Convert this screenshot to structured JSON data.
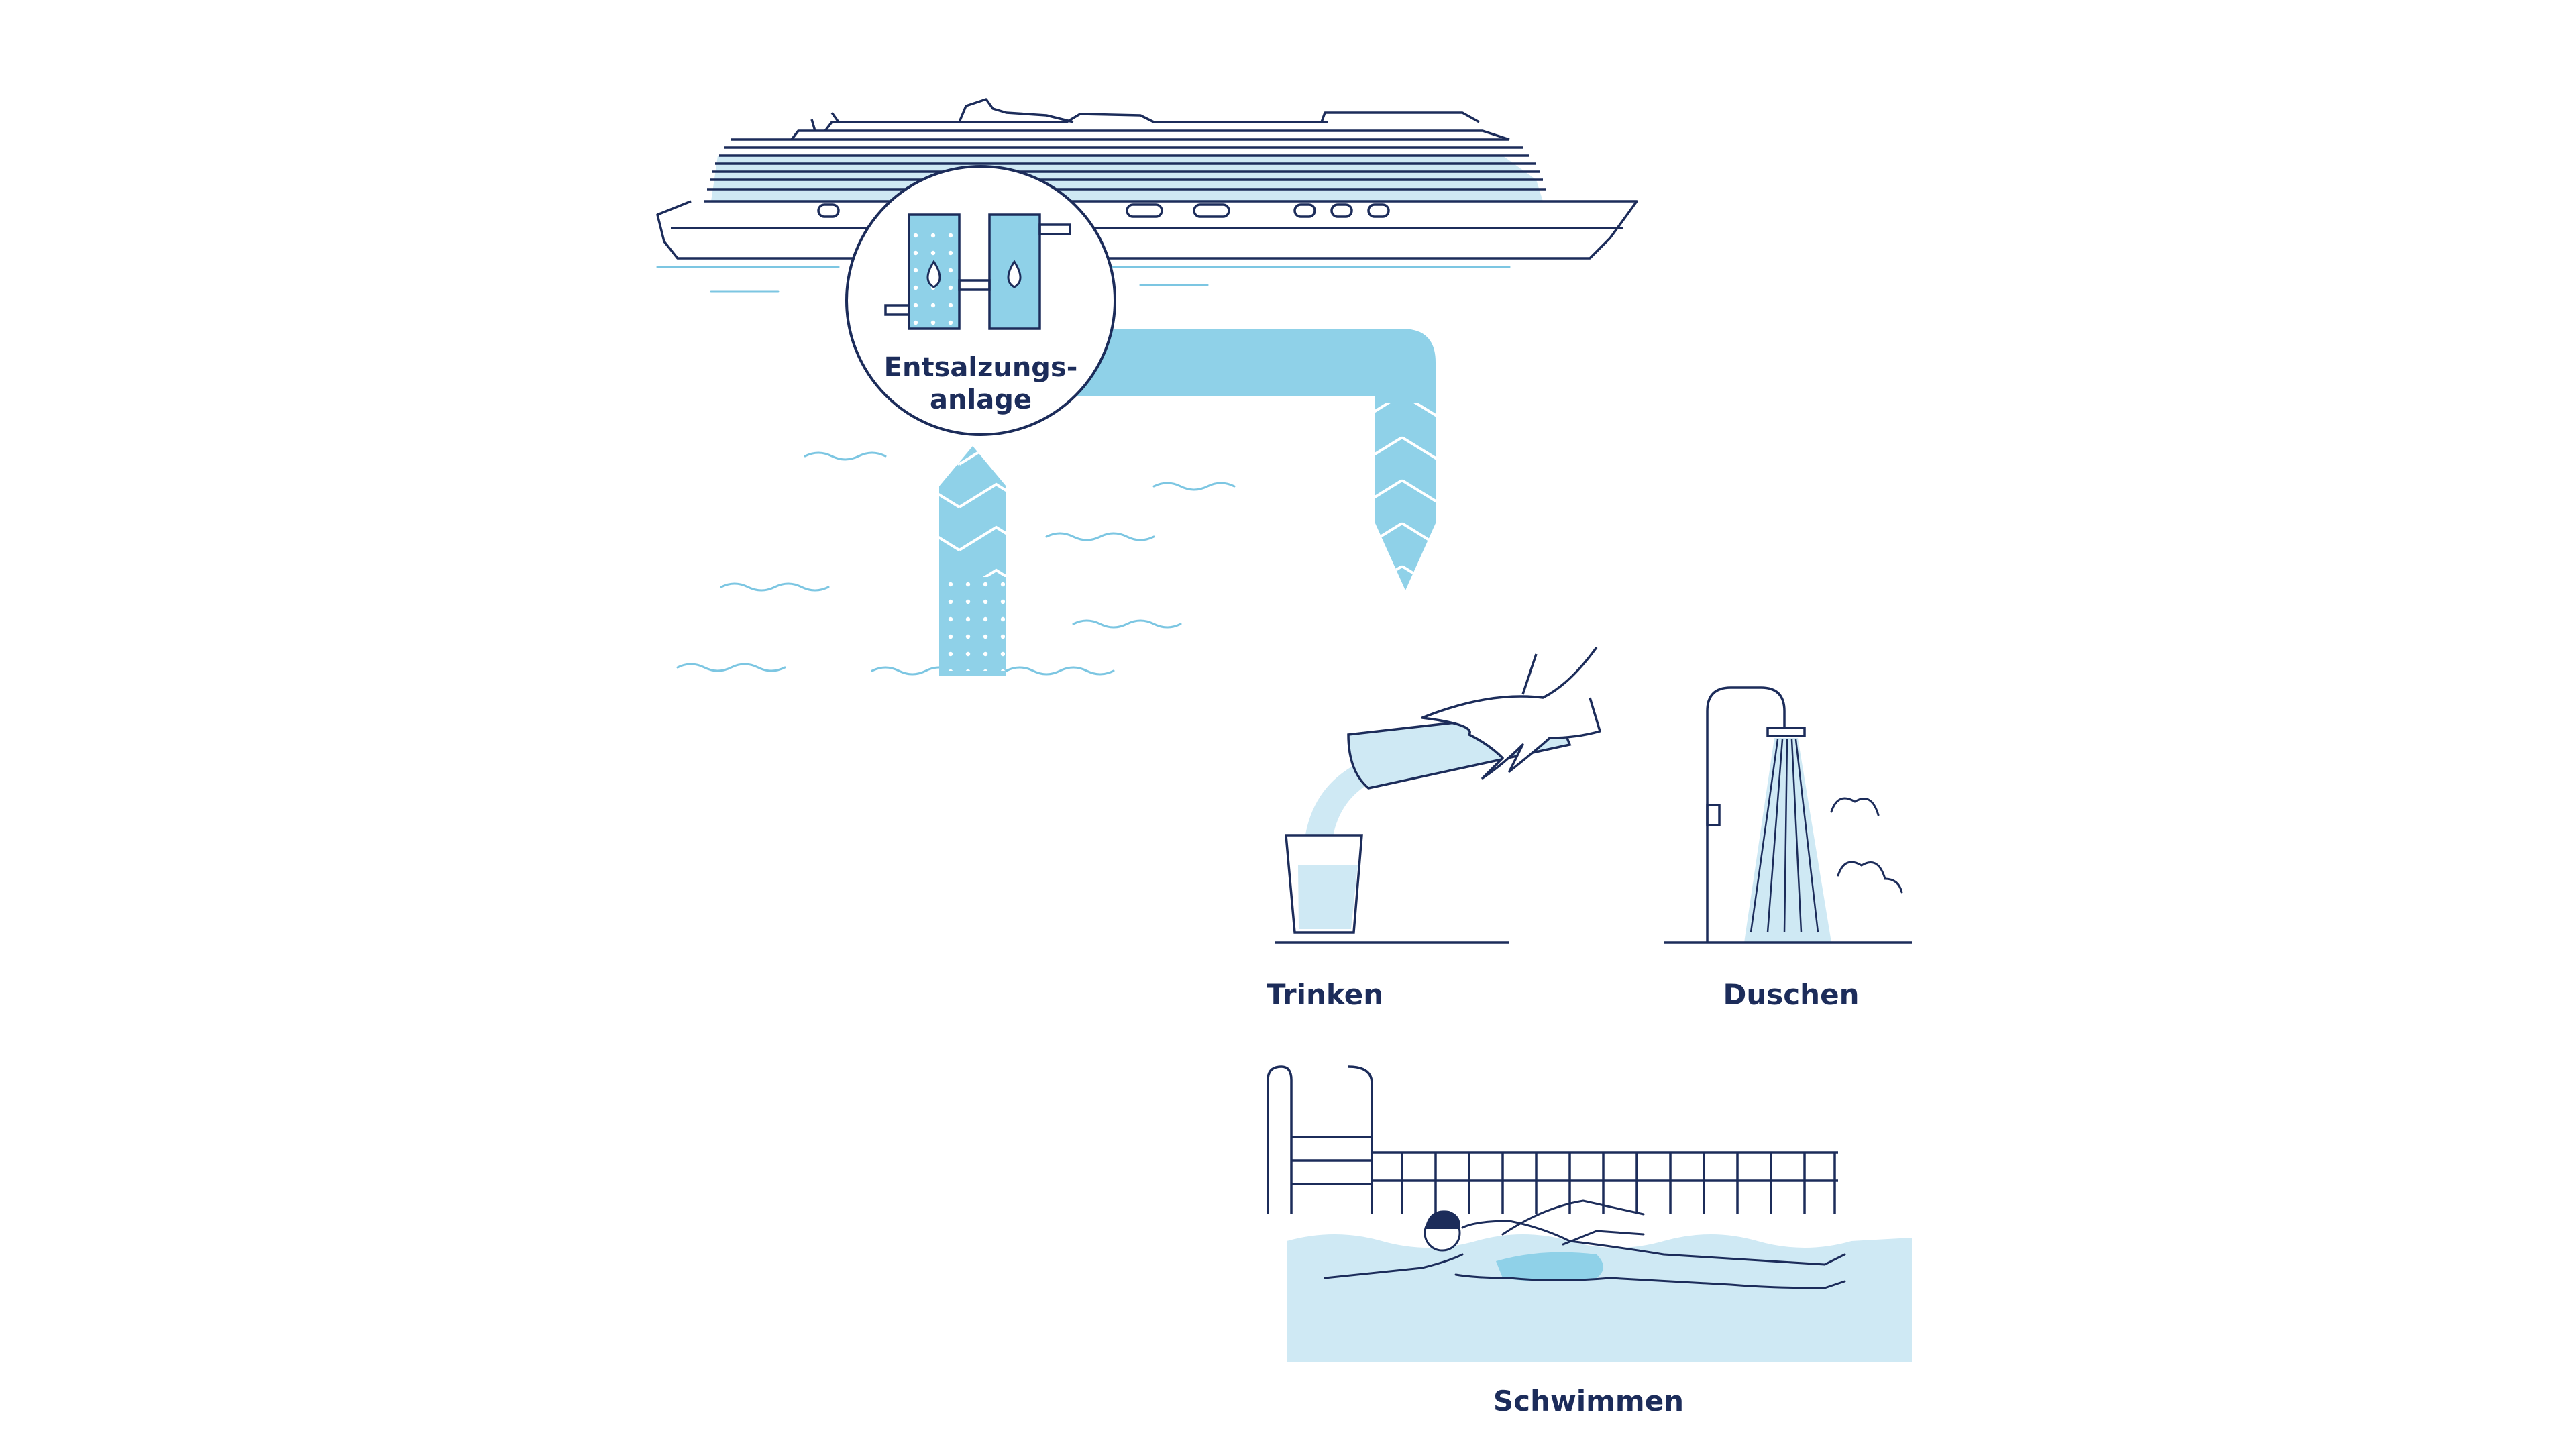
{
  "labels": {
    "desalination_line1": "Entsalzungs-",
    "desalination_line2": "anlage",
    "drinking": "Trinken",
    "showering": "Duschen",
    "swimming": "Schwimmen"
  },
  "colors": {
    "line": "#1c2c5a",
    "water": "#8fd1e8",
    "water_light": "#cfe9f4",
    "wave": "#7cc6e2"
  },
  "icons": {
    "ship": "cruise-ship-icon",
    "desalination": "desalination-tanks-icon",
    "intake": "seawater-intake-arrow",
    "output": "freshwater-output-pipe",
    "drinking": "carafe-pouring-glass-icon",
    "showering": "shower-icon",
    "swimming": "swimmer-pool-icon"
  }
}
